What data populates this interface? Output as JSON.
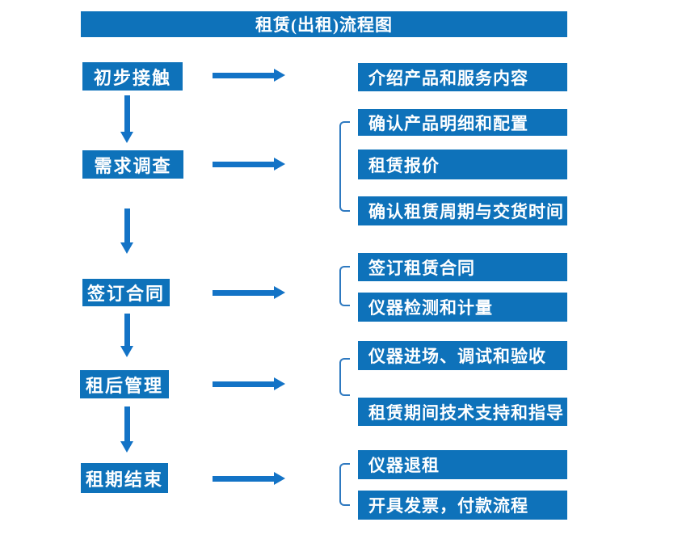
{
  "title": "租赁(出租)流程图",
  "colors": {
    "box_fill": "#0E72BA",
    "arrow": "#1373C6",
    "bracket": "#2E79C0",
    "text": "#FFFFFF",
    "background": "#FFFFFF"
  },
  "steps": [
    {
      "label": "初步接触",
      "details": [
        "介绍产品和服务内容"
      ]
    },
    {
      "label": "需求调查",
      "details": [
        "确认产品明细和配置",
        "租赁报价",
        "确认租赁周期与交货时间"
      ]
    },
    {
      "label": "签订合同",
      "details": [
        "签订租赁合同",
        "仪器检测和计量"
      ]
    },
    {
      "label": "租后管理",
      "details": [
        "仪器进场、调试和验收",
        "租赁期间技术支持和指导"
      ]
    },
    {
      "label": "租期结束",
      "details": [
        "仪器退租",
        "开具发票，付款流程"
      ]
    }
  ]
}
